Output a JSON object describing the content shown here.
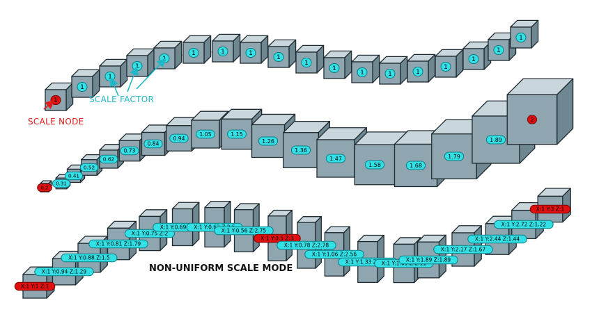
{
  "colors": {
    "cube_front": "#8fa6b0",
    "cube_top": "#c9d7dd",
    "cube_side": "#6f8791",
    "cube_edge": "#1e2a30",
    "label_fill": "#33e0e6",
    "label_stroke": "#0c7d84",
    "node_fill": "#e01010",
    "node_stroke": "#7a0000",
    "curve": "#9aa0a4",
    "callout_cyan": "#1fb8c8",
    "callout_red": "#e31b1b",
    "title": "#111111"
  },
  "labels": {
    "scale_node": "SCALE NODE",
    "scale_factor": "SCALE FACTOR",
    "non_uniform": "NON-UNIFORM SCALE MODE"
  },
  "rows": {
    "uniform": [
      {
        "text": "1",
        "node": true
      },
      {
        "text": "1"
      },
      {
        "text": "1"
      },
      {
        "text": "1"
      },
      {
        "text": "1"
      },
      {
        "text": "1"
      },
      {
        "text": "1"
      },
      {
        "text": "1"
      },
      {
        "text": "1"
      },
      {
        "text": "1"
      },
      {
        "text": "1"
      },
      {
        "text": "1"
      },
      {
        "text": "1"
      },
      {
        "text": "1"
      },
      {
        "text": "1"
      },
      {
        "text": "1"
      },
      {
        "text": "1"
      },
      {
        "text": "1"
      }
    ],
    "scaled": [
      {
        "text": "0.2",
        "node": true
      },
      {
        "text": "0.31"
      },
      {
        "text": "0.41"
      },
      {
        "text": "0.52"
      },
      {
        "text": "0.62"
      },
      {
        "text": "0.73"
      },
      {
        "text": "0.84"
      },
      {
        "text": "0.94"
      },
      {
        "text": "1.05"
      },
      {
        "text": "1.15"
      },
      {
        "text": "1.26"
      },
      {
        "text": "1.36"
      },
      {
        "text": "1.47"
      },
      {
        "text": "1.58"
      },
      {
        "text": "1.68"
      },
      {
        "text": "1.79"
      },
      {
        "text": "1.89"
      },
      {
        "text": "2",
        "node": true
      }
    ],
    "non_uniform": [
      {
        "text": "X:1 Y:1 Z:1",
        "node": true
      },
      {
        "text": "X:1 Y:0.94 Z:1.29"
      },
      {
        "text": "X:1 Y:0.88 Z:1.5"
      },
      {
        "text": "X:1 Y:0.81 Z:1.79"
      },
      {
        "text": "X:1 Y:0.75 Z:2"
      },
      {
        "text": "X:1 Y:0.69 Z:2.25"
      },
      {
        "text": "X:1 Y:0.62 Z:2.5"
      },
      {
        "text": "X:1 Y:0.56 Z:2.75"
      },
      {
        "text": "X:1 Y:0.5 Z:3",
        "node": true
      },
      {
        "text": "X:1 Y:0.78 Z:2.78"
      },
      {
        "text": "X:1 Y:1.06 Z:2.56"
      },
      {
        "text": "X:1 Y:1.33 Z:2.33"
      },
      {
        "text": "X:1 Y:1.61 Z:2.11"
      },
      {
        "text": "X:1 Y:1.89 Z:1.89"
      },
      {
        "text": "X:1 Y:2.17 Z:1.67"
      },
      {
        "text": "X:1 Y:2.44 Z:1.44"
      },
      {
        "text": "X:1 Y:2.72 Z:1.22"
      },
      {
        "text": "X:1 Y:3 Z:1",
        "node": true
      }
    ]
  }
}
